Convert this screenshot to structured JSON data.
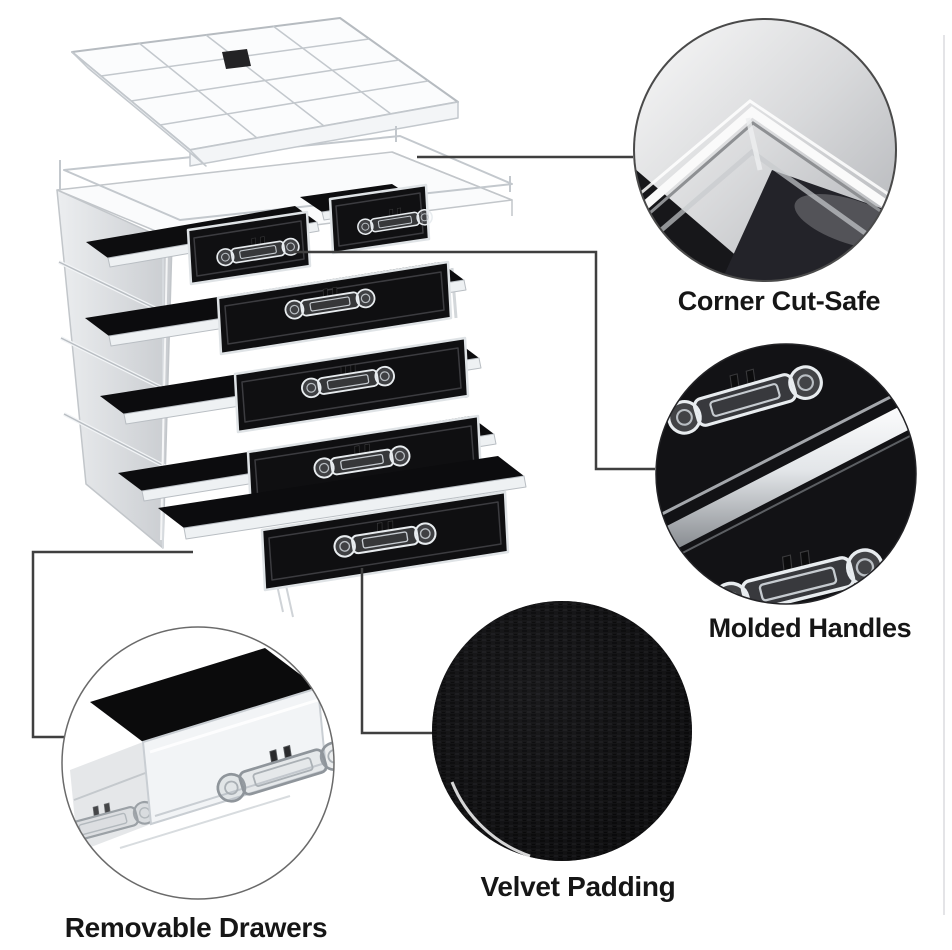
{
  "page": {
    "kind": "product-feature-callout-image",
    "background": "#ffffff"
  },
  "features": [
    {
      "id": "corner",
      "label": "Corner Cut-Safe",
      "icon": "corner-detail-photo-icon"
    },
    {
      "id": "handles",
      "label": "Molded Handles",
      "icon": "molded-handles-photo-icon"
    },
    {
      "id": "velvet",
      "label": "Velvet Padding",
      "icon": "velvet-texture-photo-icon"
    },
    {
      "id": "removable",
      "label": "Removable Drawers",
      "icon": "removable-drawer-photo-icon"
    }
  ],
  "colors": {
    "background": "#ffffff",
    "label_text": "#161616",
    "connector_line": "#3f3f3f",
    "velvet_black": "#0e0e10",
    "acrylic_stroke": "#b6bbc0",
    "acrylic_light": "#f5f6f7",
    "silver_dark": "#aeb0b4"
  }
}
